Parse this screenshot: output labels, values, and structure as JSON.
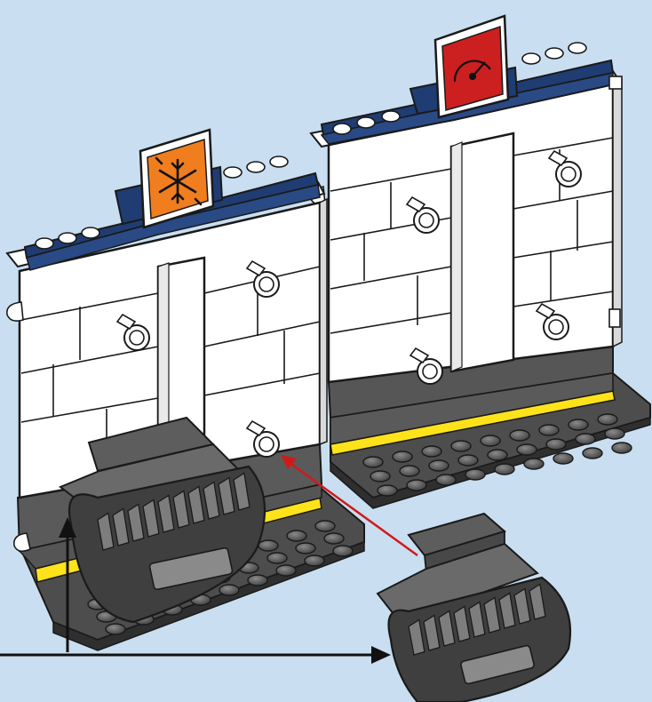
{
  "scene": {
    "background_color": "#c9def0",
    "colors": {
      "brick_white": "#ffffff",
      "outline": "#1a1a1a",
      "navy": "#1f3d73",
      "dark_grey": "#4b4b4b",
      "mid_grey": "#6d6d6d",
      "light_grey": "#9a9a9a",
      "yellow_stripe": "#ffe31a",
      "sign_orange": "#f07d1e",
      "sign_red": "#cc1f1f",
      "arrow_red": "#d01a1a"
    },
    "icons": {
      "left_sign": "snowflake-icon",
      "right_sign": "speedometer-icon"
    },
    "callout_arrows": [
      "up-arrow",
      "right-arrow",
      "placement-arrow"
    ]
  }
}
